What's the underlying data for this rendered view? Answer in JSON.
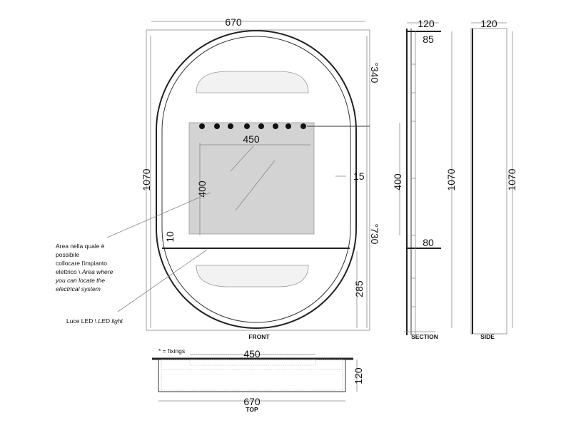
{
  "front": {
    "width": "670",
    "height": "1070",
    "top_offset": "°340",
    "bottom_offset": "°730",
    "mirror_width": "450",
    "mirror_height": "400",
    "gap": "15",
    "shelf": "10",
    "led_height": "285",
    "label": "FRONT"
  },
  "notes": {
    "area_it_1": "Area nella quale è",
    "area_it_2": "possibile",
    "area_it_3": "collocare l'impianto",
    "area_it_4": "elettrico \\ ",
    "area_en_1": "Area where",
    "area_en_2": "you can locate the",
    "area_en_3": "electrical system",
    "led_it": "Luce LED \\ ",
    "led_en": "LED light",
    "fixings": "* = fixings"
  },
  "section": {
    "depth": "120",
    "top": "85",
    "mirror_height": "400",
    "shelf": "80",
    "height": "1070",
    "label": "SECTION"
  },
  "side": {
    "depth": "120",
    "height": "1070",
    "label": "SIDE"
  },
  "top": {
    "mirror_width": "450",
    "width": "670",
    "depth": "120",
    "label": "TOP"
  }
}
